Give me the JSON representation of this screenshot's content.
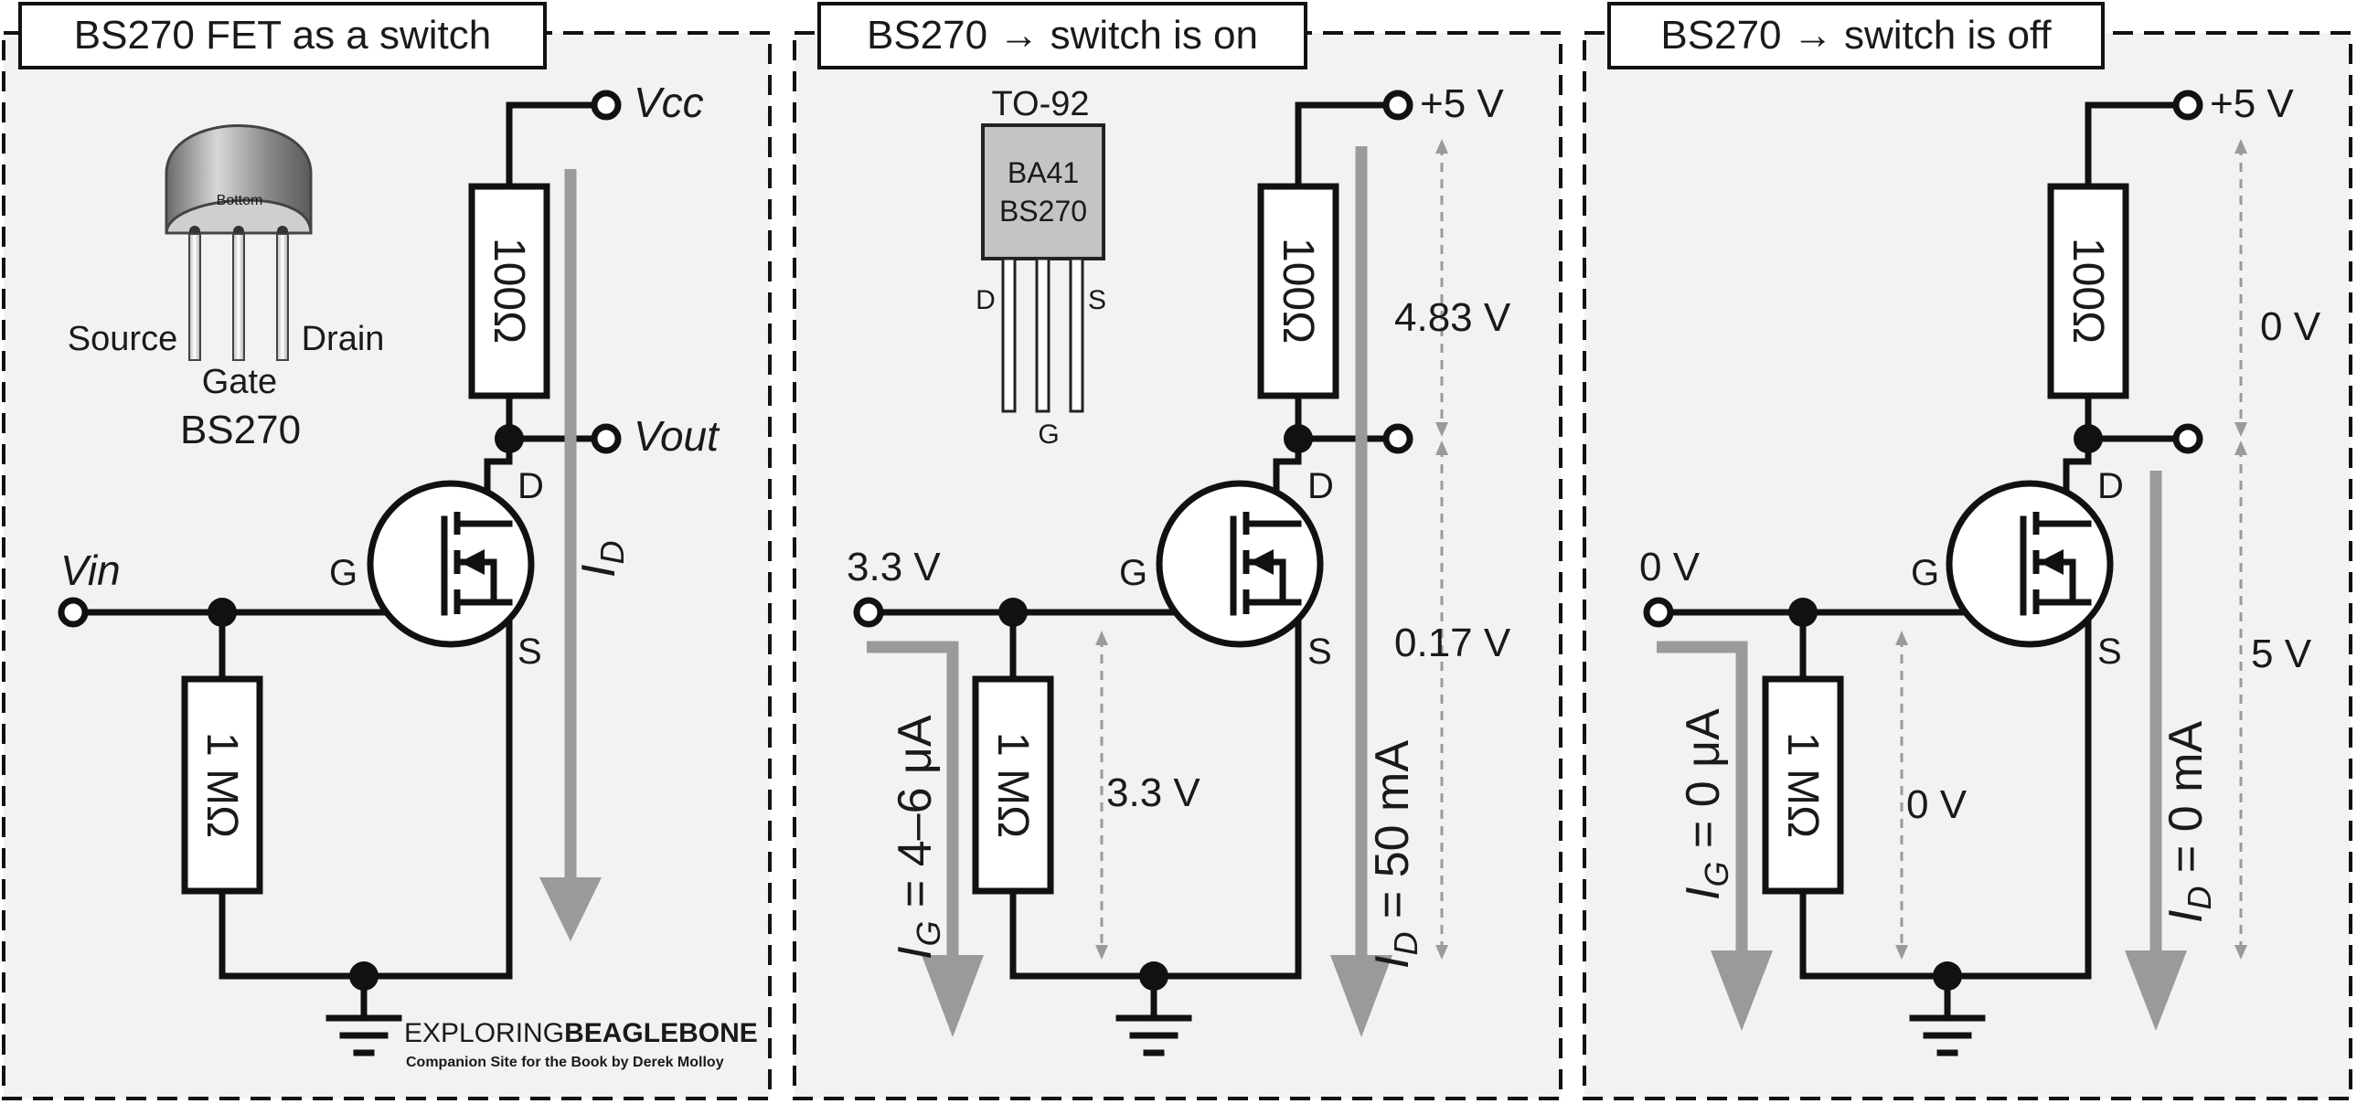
{
  "panels": [
    {
      "title": "BS270 FET as a switch",
      "supply": "Vcc",
      "output": "Vout",
      "input": "Vin",
      "resistor_top": "100Ω",
      "resistor_bottom": "1 MΩ",
      "gate": "G",
      "drain": "D",
      "source": "S",
      "current_label": "I",
      "current_sub": "D",
      "package": {
        "bottom": "Bottom",
        "source": "Source",
        "gate": "Gate",
        "drain": "Drain",
        "name": "BS270"
      },
      "logo": {
        "light": "EXPLORING",
        "bold": "BEAGLEBONE",
        "tagline": "Companion Site for the Book by Derek Molloy"
      }
    },
    {
      "title": "BS270 → switch is on",
      "supply": "+5 V",
      "input": "3.3 V",
      "resistor_top": "100Ω",
      "resistor_bottom": "1 MΩ",
      "gate": "G",
      "drain": "D",
      "source": "S",
      "v_resistor": "4.83 V",
      "v_ds": "0.17 V",
      "v_gate": "3.3 V",
      "ig": {
        "main": "I",
        "sub": "G",
        "rest": " = 4–6 μA"
      },
      "id": {
        "main": "I",
        "sub": "D",
        "rest": " = 50 mA"
      },
      "package": {
        "name": "TO-92",
        "line1": "BA41",
        "line2": "BS270",
        "d": "D",
        "s": "S",
        "g": "G"
      }
    },
    {
      "title": "BS270 → switch is off",
      "supply": "+5 V",
      "input": "0 V",
      "resistor_top": "100Ω",
      "resistor_bottom": "1 MΩ",
      "gate": "G",
      "drain": "D",
      "source": "S",
      "v_resistor": "0 V",
      "v_ds": "5 V",
      "v_gate": "0 V",
      "ig": {
        "main": "I",
        "sub": "G",
        "rest": " = 0 μA"
      },
      "id": {
        "main": "I",
        "sub": "D",
        "rest": " = 0 mA"
      }
    }
  ],
  "colors": {
    "panel_background": "#f2f2f2",
    "arrow": "#9a9a9a",
    "package_body": "#c4c4c4"
  }
}
